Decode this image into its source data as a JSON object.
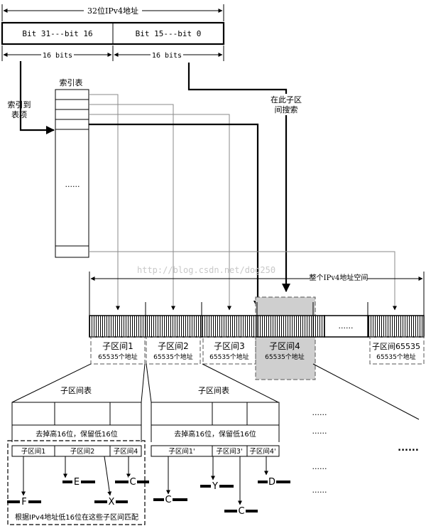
{
  "header": {
    "address_width": "32位IPv4地址",
    "high_bits": "Bit 31---bit 16",
    "low_bits": "Bit 15---bit 0",
    "high_len": "16 bits",
    "low_len": "16 bits"
  },
  "index_table": {
    "title": "索引表",
    "ellipsis": "......",
    "lookup_label_1": "索引到",
    "lookup_label_2": "表项"
  },
  "search": {
    "label_1": "在此子区",
    "label_2": "间搜索"
  },
  "watermark": "http://blog.csdn.net/dog250",
  "address_space": {
    "label": "整个IPv4地址空间",
    "ellipsis": "......",
    "segments": [
      {
        "name": "子区间1",
        "size": "65535个地址"
      },
      {
        "name": "子区间2",
        "size": "65535个地址"
      },
      {
        "name": "子区间3",
        "size": "65535个地址"
      },
      {
        "name": "子区间4",
        "size": "65535个地址"
      },
      {
        "name": "子区间65535",
        "size": "65535个地址"
      }
    ]
  },
  "left_table": {
    "title": "子区间表",
    "note": "去掉高16位，保留低16位",
    "cells": [
      "子区间1",
      "子区间2",
      "子区间4"
    ],
    "routes": [
      "F",
      "E",
      "X",
      "C"
    ],
    "footer": "根据IPv4地址低16位在这些子区间匹配"
  },
  "right_table": {
    "title": "子区间表",
    "note": "去掉高16位，保留低16位",
    "cells": [
      "子区间1'",
      "子区间3'",
      "子区间4'"
    ],
    "routes": [
      "C",
      "Y",
      "C",
      "D"
    ]
  },
  "more_dots": [
    "......",
    "......",
    "......",
    "......",
    "......"
  ]
}
